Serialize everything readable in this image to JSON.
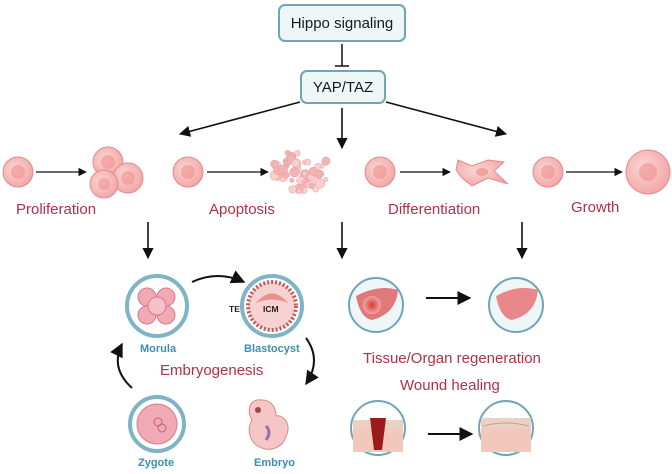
{
  "top": {
    "hippo": "Hippo signaling",
    "yap": "YAP/TAZ"
  },
  "processes": {
    "proliferation": "Proliferation",
    "apoptosis": "Apoptosis",
    "differentiation": "Differentiation",
    "growth": "Growth"
  },
  "embryo": {
    "title": "Embryogenesis",
    "morula": "Morula",
    "blastocyst": "Blastocyst",
    "zygote": "Zygote",
    "embryo": "Embryo",
    "te": "TE",
    "icm": "ICM"
  },
  "tissue": {
    "regeneration": "Tissue/Organ regeneration",
    "wound": "Wound healing"
  },
  "colors": {
    "accent": "#b03045",
    "stage_blue": "#3b8fb1",
    "box_border": "#6fa5b7",
    "cell": "#f2b0b0"
  }
}
